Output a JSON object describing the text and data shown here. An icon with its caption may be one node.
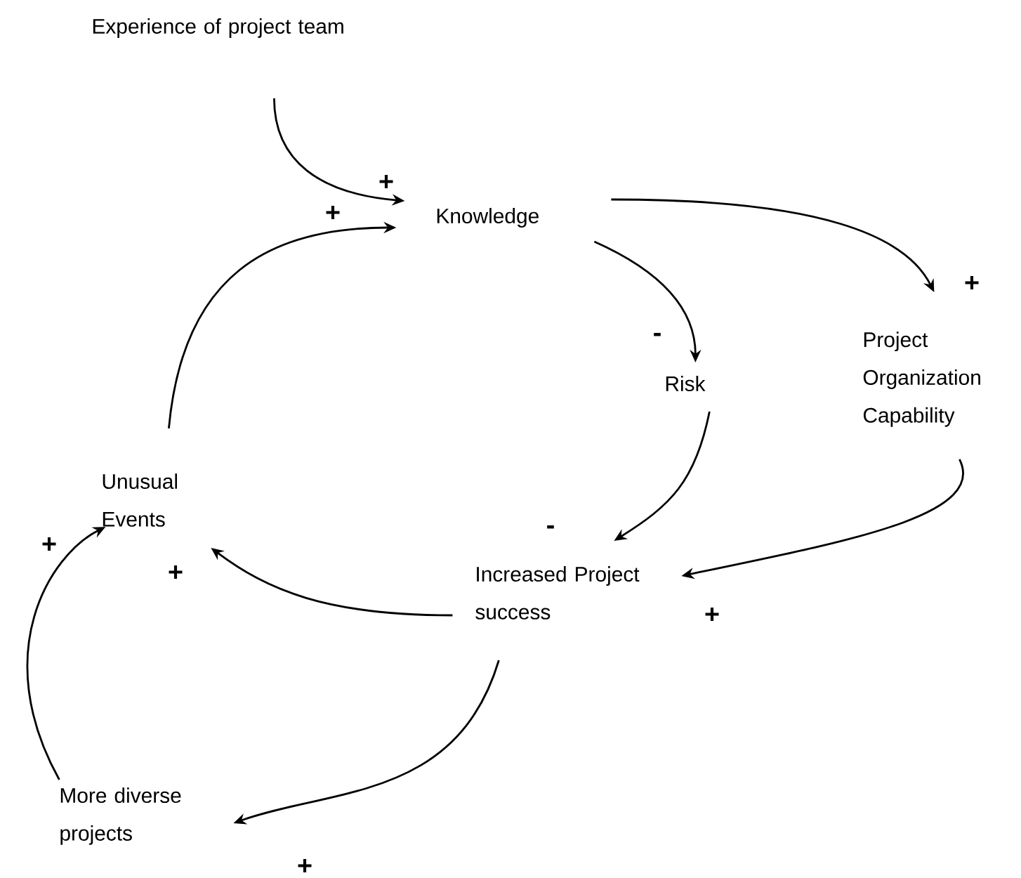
{
  "diagram": {
    "nodes": [
      {
        "text": [
          "Experience of project team"
        ]
      },
      {
        "text": [
          "Knowledge"
        ]
      },
      {
        "text": [
          "Risk"
        ]
      },
      {
        "text": [
          "Project Organization Capability"
        ]
      },
      {
        "text": [
          "Increased Project success"
        ]
      },
      {
        "text": [
          "Unusual Events"
        ]
      },
      {
        "text": [
          "More diverse projects"
        ]
      }
    ],
    "edges": [
      {
        "from": 0,
        "to": 1,
        "arrow": "to",
        "label": "+"
      },
      {
        "from": 5,
        "to": 1,
        "arrow": "to",
        "label": "+"
      },
      {
        "from": 1,
        "to": 2,
        "arrow": "to",
        "label": "-"
      },
      {
        "from": 1,
        "to": 3,
        "arrow": "to",
        "label": "+"
      },
      {
        "from": 2,
        "to": 4,
        "arrow": "to",
        "label": "-"
      },
      {
        "from": 3,
        "to": 4,
        "arrow": "to",
        "label": "+"
      },
      {
        "from": 4,
        "to": 5,
        "arrow": "to",
        "label": "+"
      },
      {
        "from": 4,
        "to": 6,
        "arrow": "to",
        "label": "+"
      },
      {
        "from": 6,
        "to": 5,
        "arrow": "to",
        "label": "+"
      }
    ]
  }
}
